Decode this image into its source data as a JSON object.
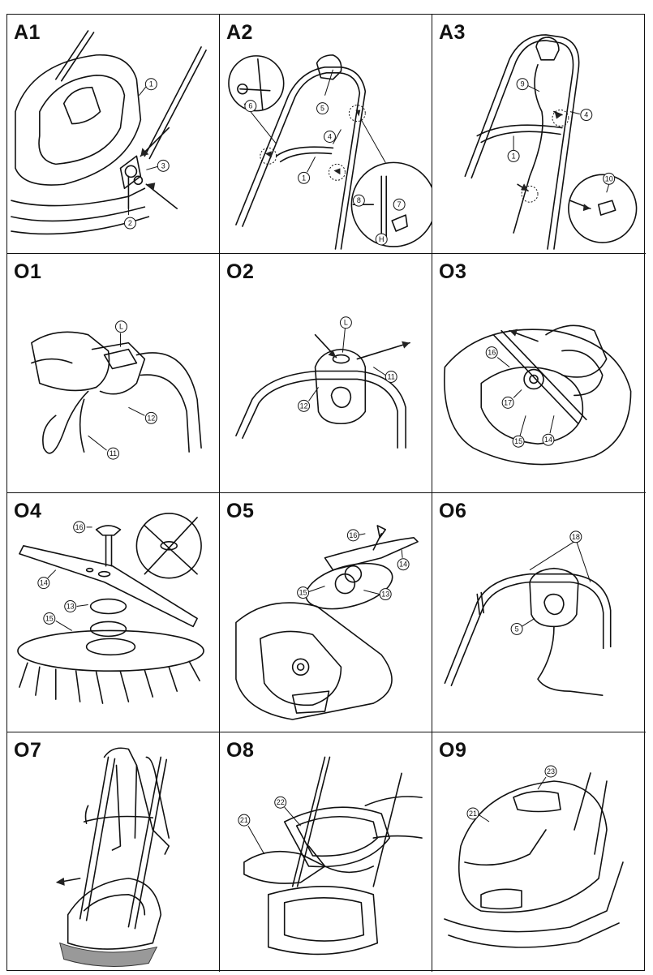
{
  "panels": [
    {
      "label": "A1",
      "callouts": [
        "1",
        "2",
        "3"
      ]
    },
    {
      "label": "A2",
      "callouts": [
        "1",
        "4",
        "5",
        "6",
        "7",
        "8",
        "H"
      ]
    },
    {
      "label": "A3",
      "callouts": [
        "1",
        "4",
        "9",
        "10"
      ]
    },
    {
      "label": "O1",
      "callouts": [
        "L",
        "11",
        "12"
      ]
    },
    {
      "label": "O2",
      "callouts": [
        "L",
        "11",
        "12"
      ]
    },
    {
      "label": "O3",
      "callouts": [
        "14",
        "15",
        "16",
        "17"
      ]
    },
    {
      "label": "O4",
      "callouts": [
        "13",
        "14",
        "15",
        "16"
      ]
    },
    {
      "label": "O5",
      "callouts": [
        "13",
        "14",
        "15",
        "16"
      ]
    },
    {
      "label": "O6",
      "callouts": [
        "5",
        "18"
      ]
    },
    {
      "label": "O7",
      "callouts": []
    },
    {
      "label": "O8",
      "callouts": [
        "21",
        "22"
      ]
    },
    {
      "label": "O9",
      "callouts": [
        "21",
        "23"
      ]
    }
  ]
}
